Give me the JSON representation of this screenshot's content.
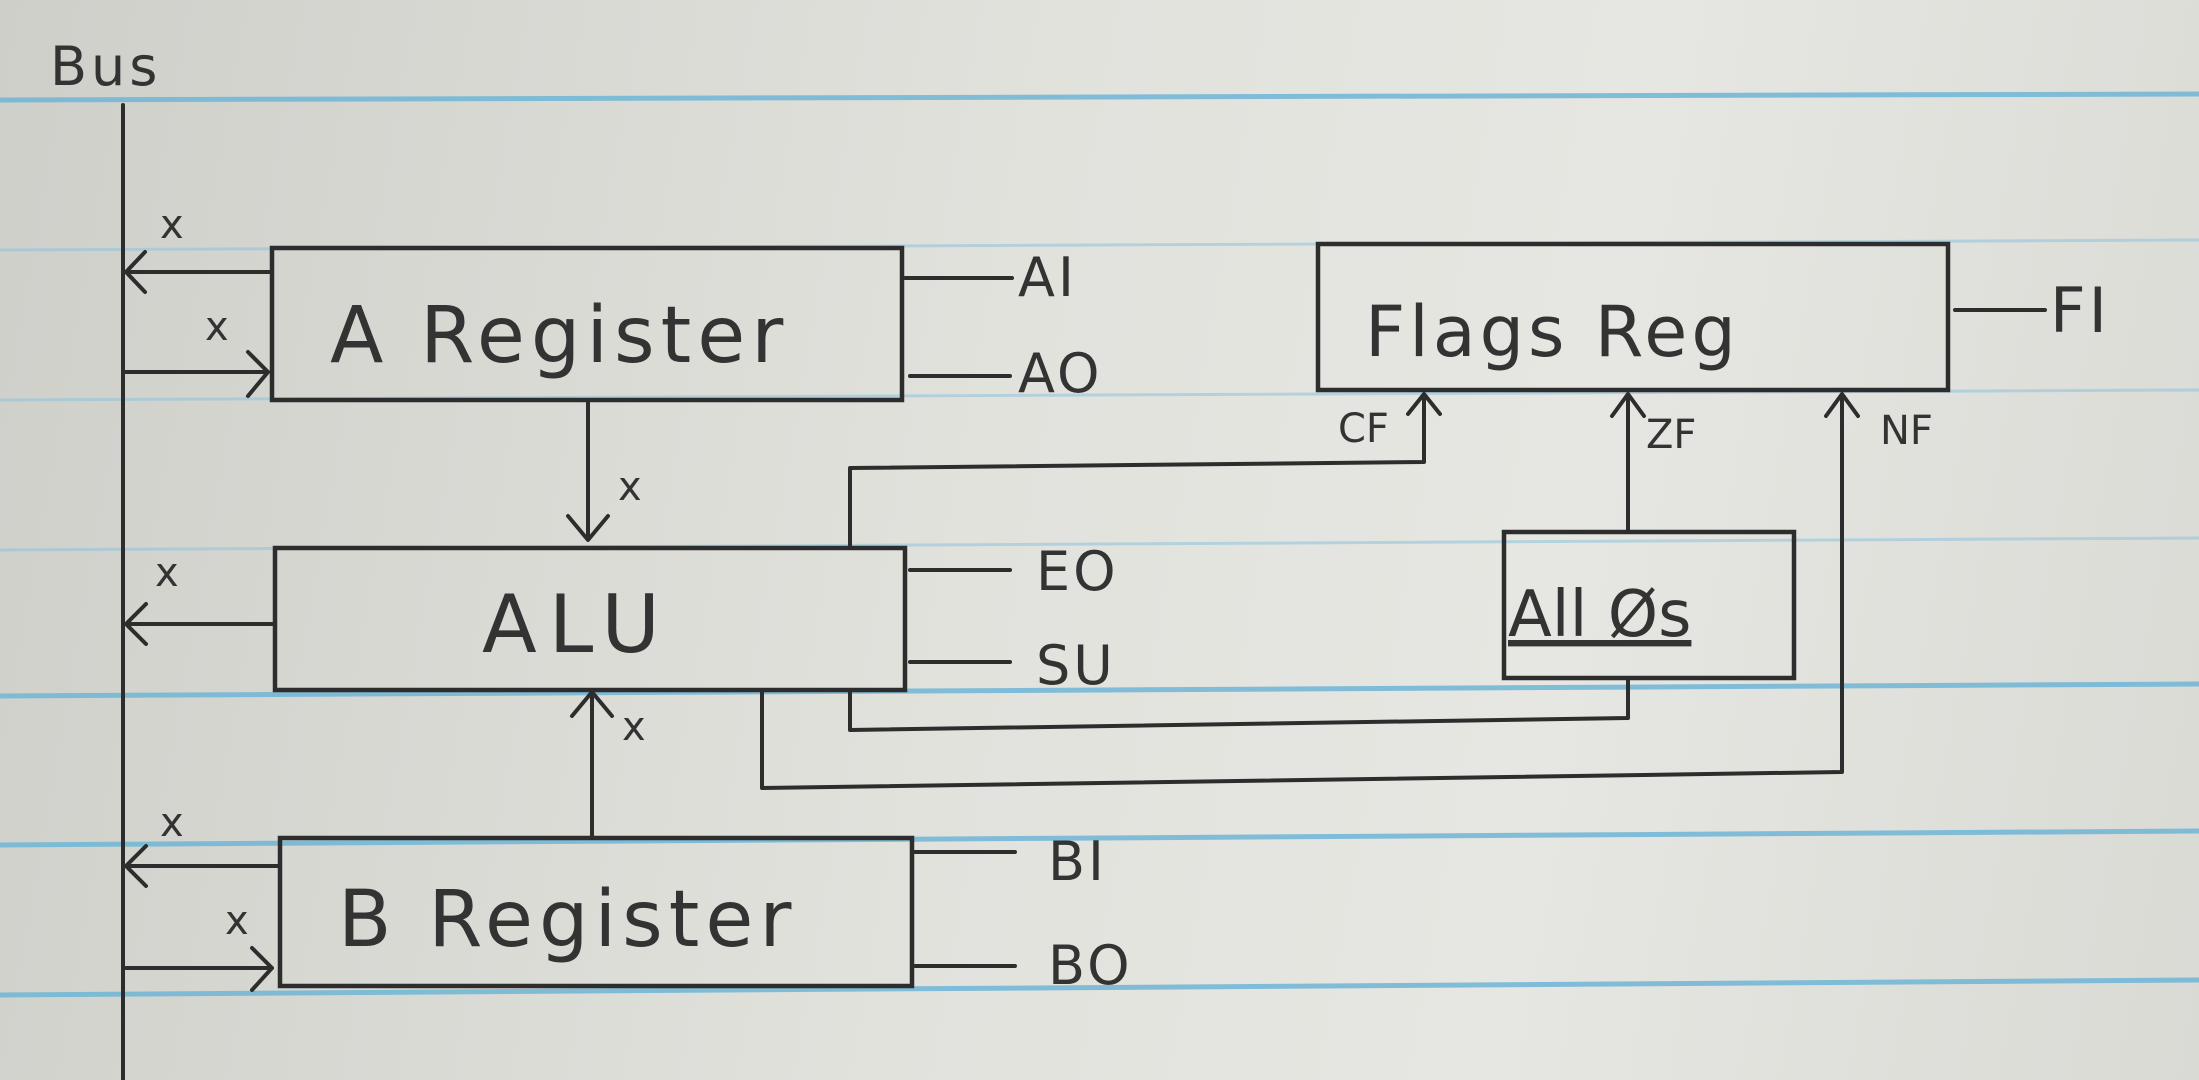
{
  "bus": {
    "label": "Bus"
  },
  "registers": {
    "a": {
      "label": "A Register",
      "signals": [
        "AI",
        "AO"
      ]
    },
    "alu": {
      "label": "ALU",
      "signals": [
        "EO",
        "SU"
      ]
    },
    "b": {
      "label": "B Register",
      "signals": [
        "BI",
        "BO"
      ]
    },
    "flags": {
      "label": "Flags Reg",
      "signal": "FI"
    },
    "zeros": {
      "label": "All Øs"
    }
  },
  "flag_inputs": [
    "CF",
    "ZF",
    "NF"
  ],
  "width_marker": "x",
  "colors": {
    "ink": "#2d2d2d",
    "ruled_line": "#6fb6d6",
    "paper": "#e2e2dd"
  }
}
